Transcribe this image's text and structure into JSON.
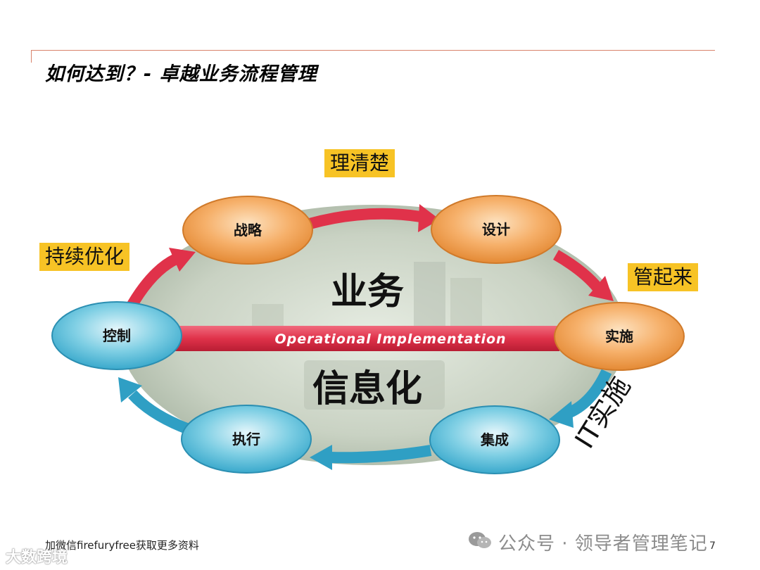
{
  "slide": {
    "title": "如何达到？- 卓越业务流程管理",
    "tags": {
      "top": "理清楚",
      "right": "管起来",
      "left": "持续优化"
    },
    "business_label": "业务",
    "it_label": "信息化",
    "band_text": "Operational Implementation",
    "it_impl_label": "IT实施",
    "nodes": {
      "strategy": "战略",
      "design": "设计",
      "implement": "实施",
      "integrate": "集成",
      "execute": "执行",
      "control": "控制"
    },
    "footer_left": "加微信firefuryfree获取更多资料",
    "footer_right": "公众号 · 领导者管理笔记",
    "page_number": "7",
    "watermark": "大数跨境"
  },
  "colors": {
    "orange_node": "#f5a85a",
    "blue_node": "#5ec3dd",
    "red_arrow": "#e0324a",
    "blue_arrow": "#2f9fc4",
    "tag_bg": "#f7c325"
  }
}
